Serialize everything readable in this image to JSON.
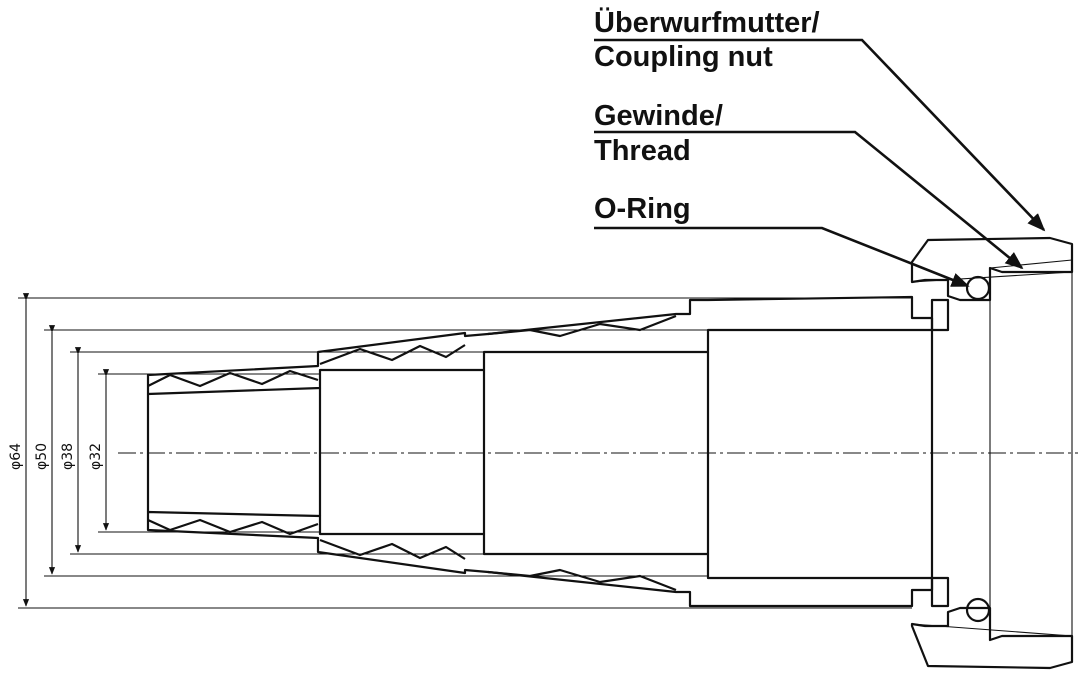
{
  "labels": {
    "coupling_nut_de": "Überwurfmutter/",
    "coupling_nut_en": "Coupling nut",
    "thread_de": "Gewinde/",
    "thread_en": "Thread",
    "oring": "O-Ring"
  },
  "dimensions": [
    "φ64",
    "φ50",
    "φ38",
    "φ32"
  ]
}
